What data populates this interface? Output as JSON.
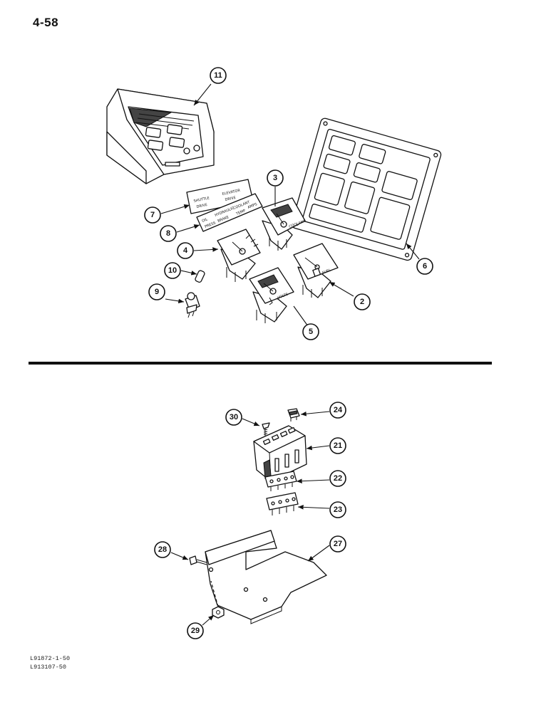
{
  "page": {
    "number": "4-58"
  },
  "footer": {
    "line1": "L91872-1-50",
    "line2": "L913107-50"
  },
  "callouts": [
    {
      "id": "11",
      "label": "11"
    },
    {
      "id": "3",
      "label": "3"
    },
    {
      "id": "7",
      "label": "7"
    },
    {
      "id": "8",
      "label": "8"
    },
    {
      "id": "4",
      "label": "4"
    },
    {
      "id": "10",
      "label": "10"
    },
    {
      "id": "9",
      "label": "9"
    },
    {
      "id": "6",
      "label": "6"
    },
    {
      "id": "2",
      "label": "2"
    },
    {
      "id": "5",
      "label": "5"
    },
    {
      "id": "30",
      "label": "30"
    },
    {
      "id": "24",
      "label": "24"
    },
    {
      "id": "21",
      "label": "21"
    },
    {
      "id": "22",
      "label": "22"
    },
    {
      "id": "23",
      "label": "23"
    },
    {
      "id": "28",
      "label": "28"
    },
    {
      "id": "27",
      "label": "27"
    },
    {
      "id": "29",
      "label": "29"
    }
  ],
  "decal_text": {
    "decal_7": [
      "SHUTTLE",
      "DRIVE",
      "ELEVATOR",
      "DRIVE"
    ],
    "decal_8": [
      "OIL",
      "PRESS",
      "HYDRAULIC",
      "BRAKE",
      "COOLANT",
      "TEMP",
      "AMPS"
    ]
  },
  "gauge_labels": {
    "gauge_3": "COOLANT",
    "gauge_2": "FUEL",
    "gauge_5": "VOLTS"
  }
}
